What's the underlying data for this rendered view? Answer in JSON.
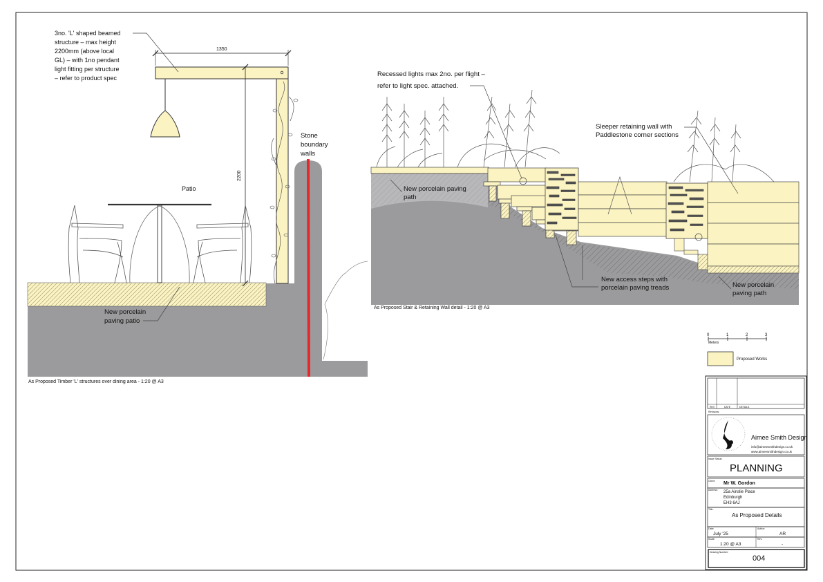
{
  "left_section": {
    "callout_beams": [
      "3no. 'L' shaped beamed",
      "structure – max height",
      "2200mm (above local",
      "GL) – with 1no pendant",
      "light fitting per structure",
      "– refer to product spec"
    ],
    "dim_width": "1350",
    "dim_height": "2200",
    "label_patio": "Patio",
    "label_stone": [
      "Stone",
      "boundary",
      "walls"
    ],
    "label_paving": [
      "New porcelain",
      "paving patio"
    ],
    "caption": "As Proposed Timber 'L' structures over dining area - 1:20 @ A3"
  },
  "right_section": {
    "callout_lights": [
      "Recessed lights max 2no. per flight –",
      "refer to light spec. attached."
    ],
    "callout_sleeper": [
      "Sleeper retaining wall with",
      "Paddlestone corner sections"
    ],
    "label_path_left": [
      "New porcelain paving",
      "path"
    ],
    "label_steps": [
      "New access steps with",
      "porcelain paving treads"
    ],
    "label_path_right": [
      "New porcelain",
      "paving path"
    ],
    "caption": "As Proposed Stair & Retaining Wall detail - 1:20 @ A3"
  },
  "scale_bar": {
    "ticks": [
      "0",
      "1",
      "2",
      "3"
    ],
    "unit": "Meters"
  },
  "legend": {
    "label": "Proposed Works",
    "color": "#fbf3c2"
  },
  "colors": {
    "proposed_fill": "#fbf3c2",
    "ground": "#9b9b9d",
    "paving": "#cfcfd2",
    "boundary_line": "#e8272b"
  },
  "title_block": {
    "rev_headers": [
      "REV",
      "DATE",
      "DETAILS"
    ],
    "revisions_label": "Revisions:",
    "company": "Aimee Smith Design",
    "email": "info@aimeesmithdesign.co.uk",
    "web": "www.aimeesmithdesign.co.uk",
    "issue_label": "Issue Status:",
    "status": "PLANNING",
    "client_label": "Client:",
    "client": "Mr W. Gordon",
    "address_label": "Address:",
    "address": [
      "25a Ainslie Place",
      "Edinburgh",
      "EH3 6AJ"
    ],
    "title_label": "Title:",
    "title": "As Proposed Details",
    "date_label": "Date:",
    "date": "July '25",
    "author_label": "Author:",
    "author": "AR",
    "scale_label": "Scale:",
    "scale": "1:20 @ A3",
    "rev_label": "Rev:",
    "rev": "-",
    "drawing_no_label": "Drawing Number:",
    "drawing_no": "004"
  }
}
